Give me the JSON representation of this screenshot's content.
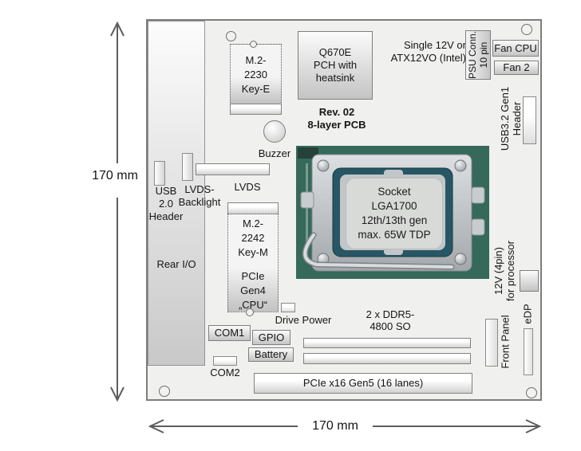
{
  "colors": {
    "board_fill": "#f0f0ee",
    "board_border": "#7d7d7d",
    "component_border": "#7f7f7f",
    "arrow_gray": "#5d5d5d",
    "pcb_green": "#35695a",
    "socket_rim_teal": "#275664",
    "metal_silver": "#c6cacc"
  },
  "dimensions": {
    "left": "170 mm",
    "bottom": "170 mm"
  },
  "rear_io": {
    "label": "Rear I/O"
  },
  "usb20": {
    "l1": "USB",
    "l2": "2.0",
    "l3": "Header"
  },
  "lvds_backlight": {
    "l1": "LVDS-",
    "l2": "Backlight"
  },
  "lvds": {
    "label": "LVDS"
  },
  "m2_2230": {
    "l1": "M.2-",
    "l2": "2230",
    "l3": "Key-E"
  },
  "m2_2242": {
    "l1": "M.2-",
    "l2": "2242",
    "l3": "Key-M",
    "l4": "PCIe",
    "l5": "Gen4",
    "l6": "„CPU“"
  },
  "q670e": {
    "l1": "Q670E",
    "l2": "PCH with",
    "l3": "heatsink"
  },
  "rev": {
    "l1": "Rev. 02",
    "l2": "8-layer PCB"
  },
  "buzzer": {
    "label": "Buzzer"
  },
  "psu_note": {
    "l1": "Single 12V or",
    "l2": "ATX12VO (Intel)"
  },
  "psu_conn": {
    "l1": "PSU Conn.",
    "l2": "10 pin"
  },
  "fan_cpu": {
    "label": "Fan CPU"
  },
  "fan2": {
    "label": "Fan 2"
  },
  "usb32": {
    "l1": "USB3.2 Gen1",
    "l2": "Header"
  },
  "socket": {
    "l1": "Socket",
    "l2": "LGA1700",
    "l3": "12th/13th gen",
    "l4": "max. 65W TDP"
  },
  "cpu_power": {
    "l1": "12V (4pin)",
    "l2": "for processor"
  },
  "edp": {
    "label": "eDP"
  },
  "front_panel": {
    "label": "Front Panel"
  },
  "drive_power": {
    "label": "Drive Power"
  },
  "ddr": {
    "l1": "2 x DDR5-",
    "l2": "4800 SO"
  },
  "pcie": {
    "label": "PCIe x16 Gen5 (16 lanes)"
  },
  "com1": {
    "label": "COM1"
  },
  "gpio": {
    "label": "GPIO"
  },
  "battery": {
    "label": "Battery"
  },
  "com2": {
    "label": "COM2"
  }
}
